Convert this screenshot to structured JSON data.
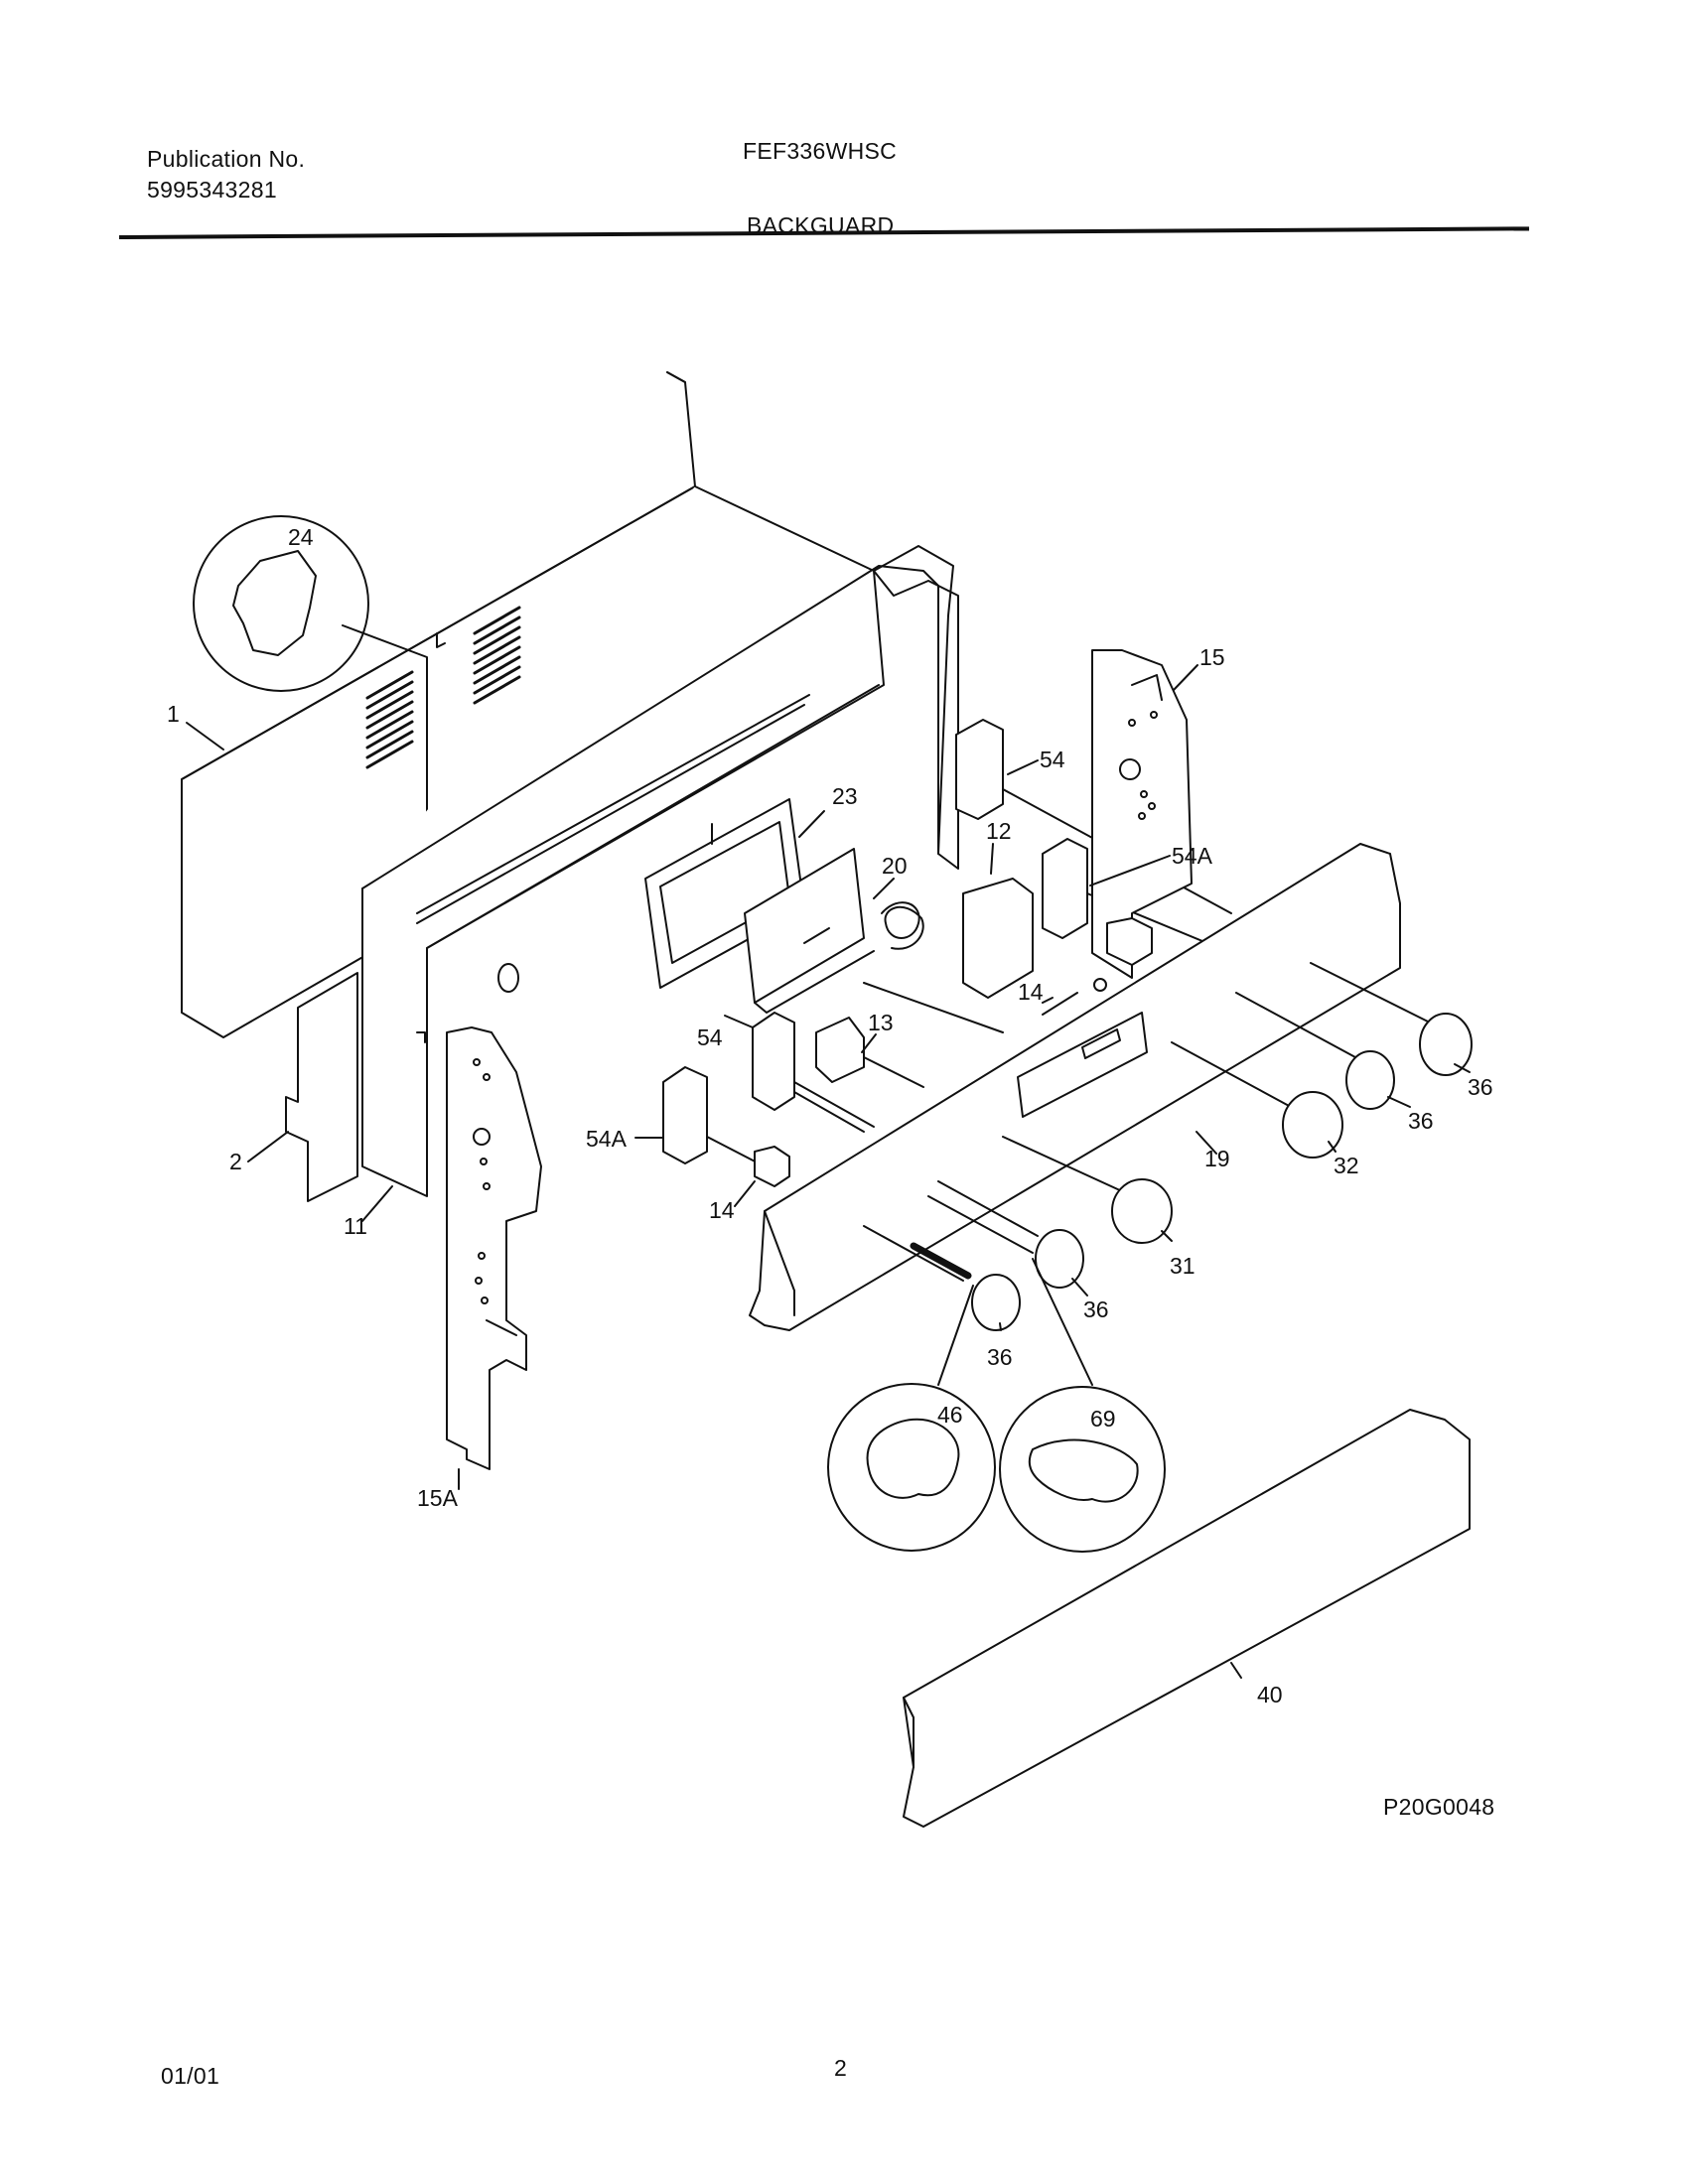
{
  "header": {
    "publication_label": "Publication No.",
    "publication_number": "5995343281",
    "model": "FEF336WHSC",
    "section": "BACKGUARD"
  },
  "callouts": {
    "c1": "1",
    "c2": "2",
    "c11": "11",
    "c12": "12",
    "c13": "13",
    "c14a": "14",
    "c14b": "14",
    "c15": "15",
    "c15a": "15A",
    "c19": "19",
    "c20": "20",
    "c23": "23",
    "c24": "24",
    "c31": "31",
    "c32": "32",
    "c36a": "36",
    "c36b": "36",
    "c36c": "36",
    "c36d": "36",
    "c40": "40",
    "c46": "46",
    "c54a": "54",
    "c54b": "54",
    "c54Aa": "54A",
    "c54Ab": "54A",
    "c69": "69"
  },
  "drawing_code": "P20G0048",
  "footer": {
    "date": "01/01",
    "page": "2"
  }
}
